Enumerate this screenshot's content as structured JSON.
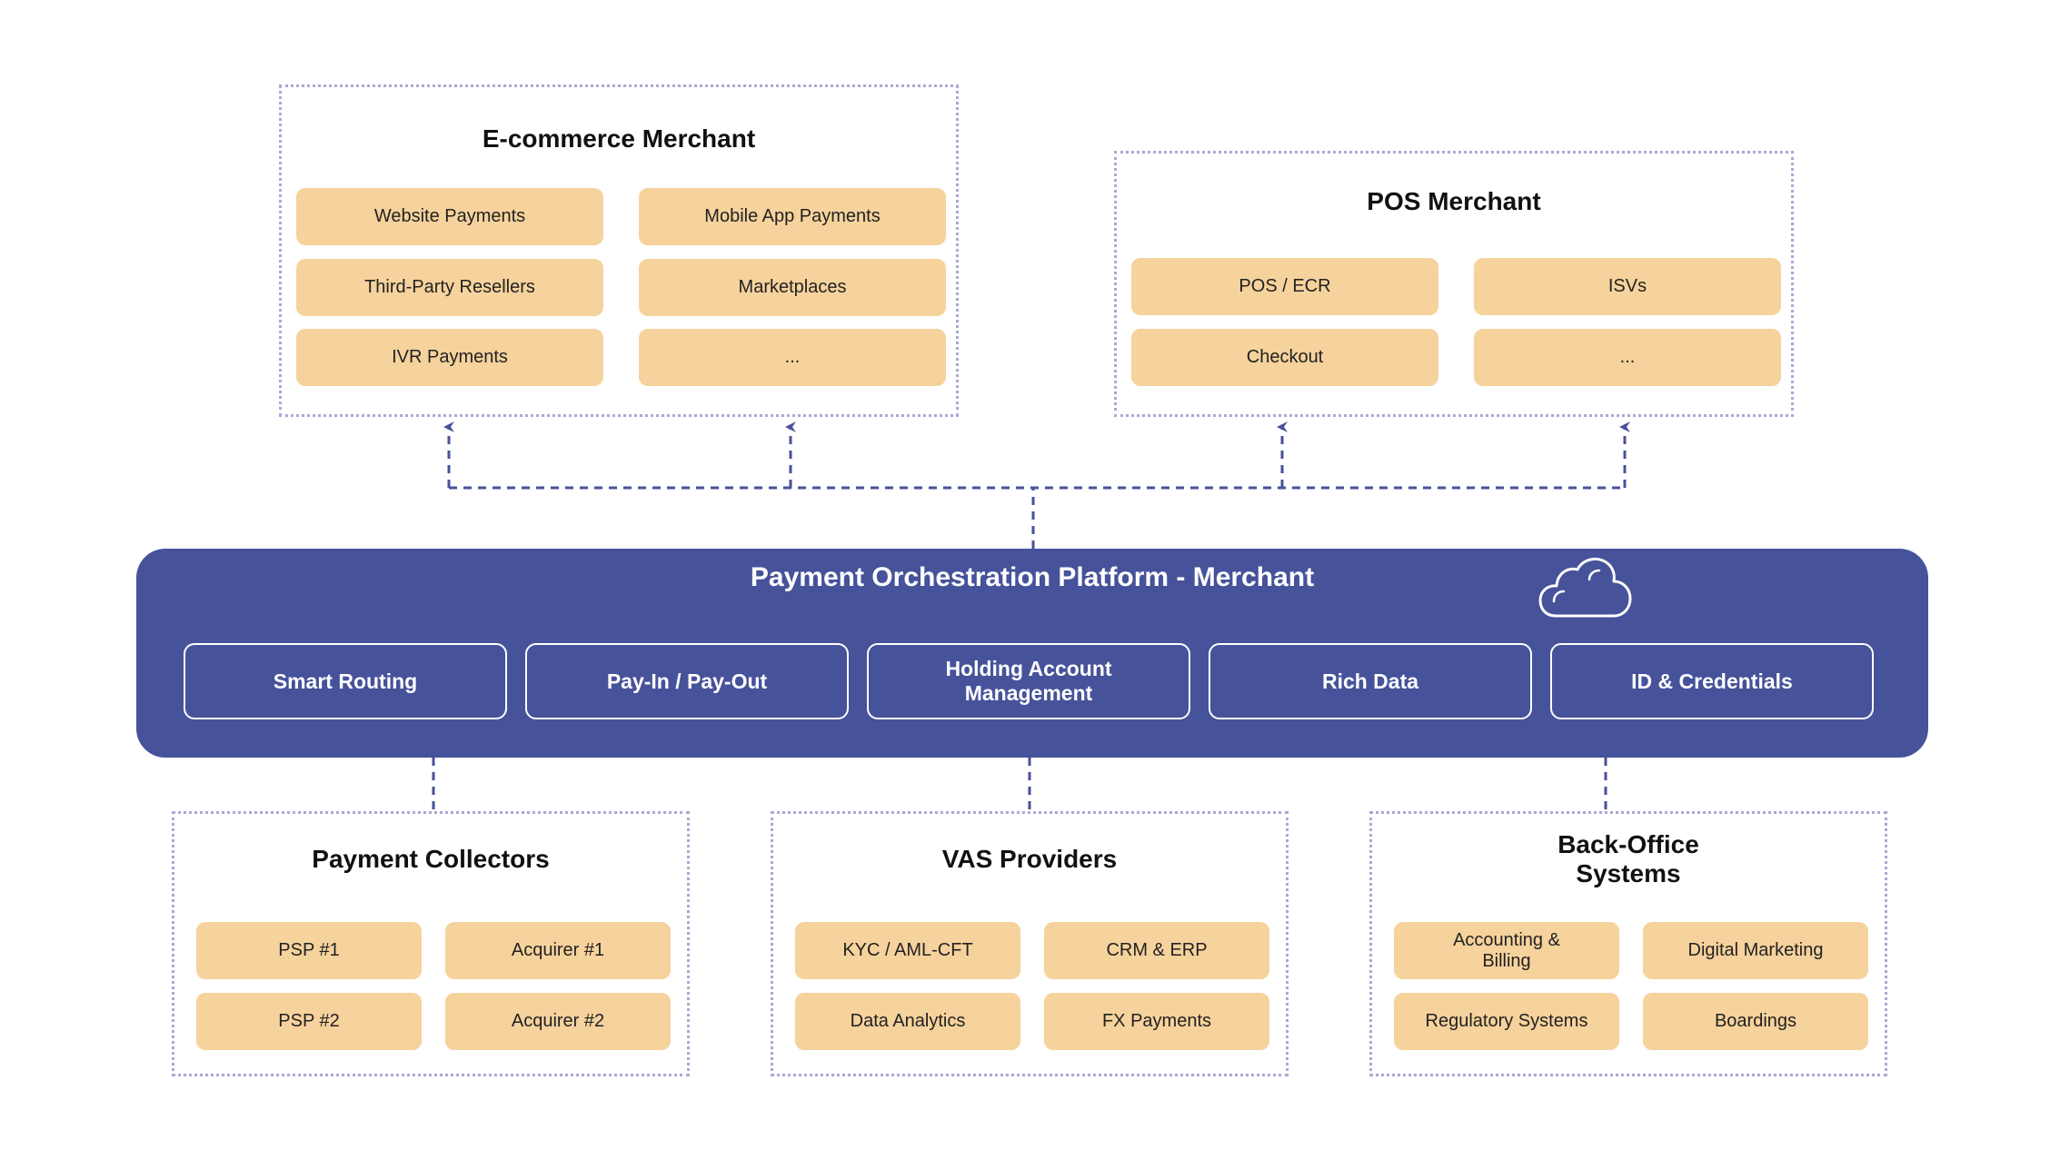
{
  "colors": {
    "platform_bg": "#46529a",
    "chip_bg": "#f6d29c",
    "group_border": "#a8aad4",
    "connector": "#46529a",
    "platform_text": "#ffffff"
  },
  "platform": {
    "title": "Payment Orchestration Platform - Merchant",
    "icon": "cloud-icon",
    "features": [
      "Smart Routing",
      "Pay-In / Pay-Out",
      "Holding Account\nManagement",
      "Rich Data",
      "ID & Credentials"
    ]
  },
  "ecommerce": {
    "title": "E-commerce Merchant",
    "items": [
      "Website Payments",
      "Mobile App Payments",
      "Third-Party Resellers",
      "Marketplaces",
      "IVR Payments",
      "..."
    ]
  },
  "pos": {
    "title": "POS Merchant",
    "items": [
      "POS / ECR",
      "ISVs",
      "Checkout",
      "..."
    ]
  },
  "collectors": {
    "title": "Payment Collectors",
    "items": [
      "PSP #1",
      "Acquirer #1",
      "PSP #2",
      "Acquirer #2"
    ]
  },
  "vas": {
    "title": "VAS Providers",
    "items": [
      "KYC / AML-CFT",
      "CRM & ERP",
      "Data Analytics",
      "FX Payments"
    ]
  },
  "backoffice": {
    "title": "Back-Office Systems",
    "items": [
      "Accounting & Billing",
      "Digital Marketing",
      "Regulatory Systems",
      "Boardings"
    ]
  }
}
